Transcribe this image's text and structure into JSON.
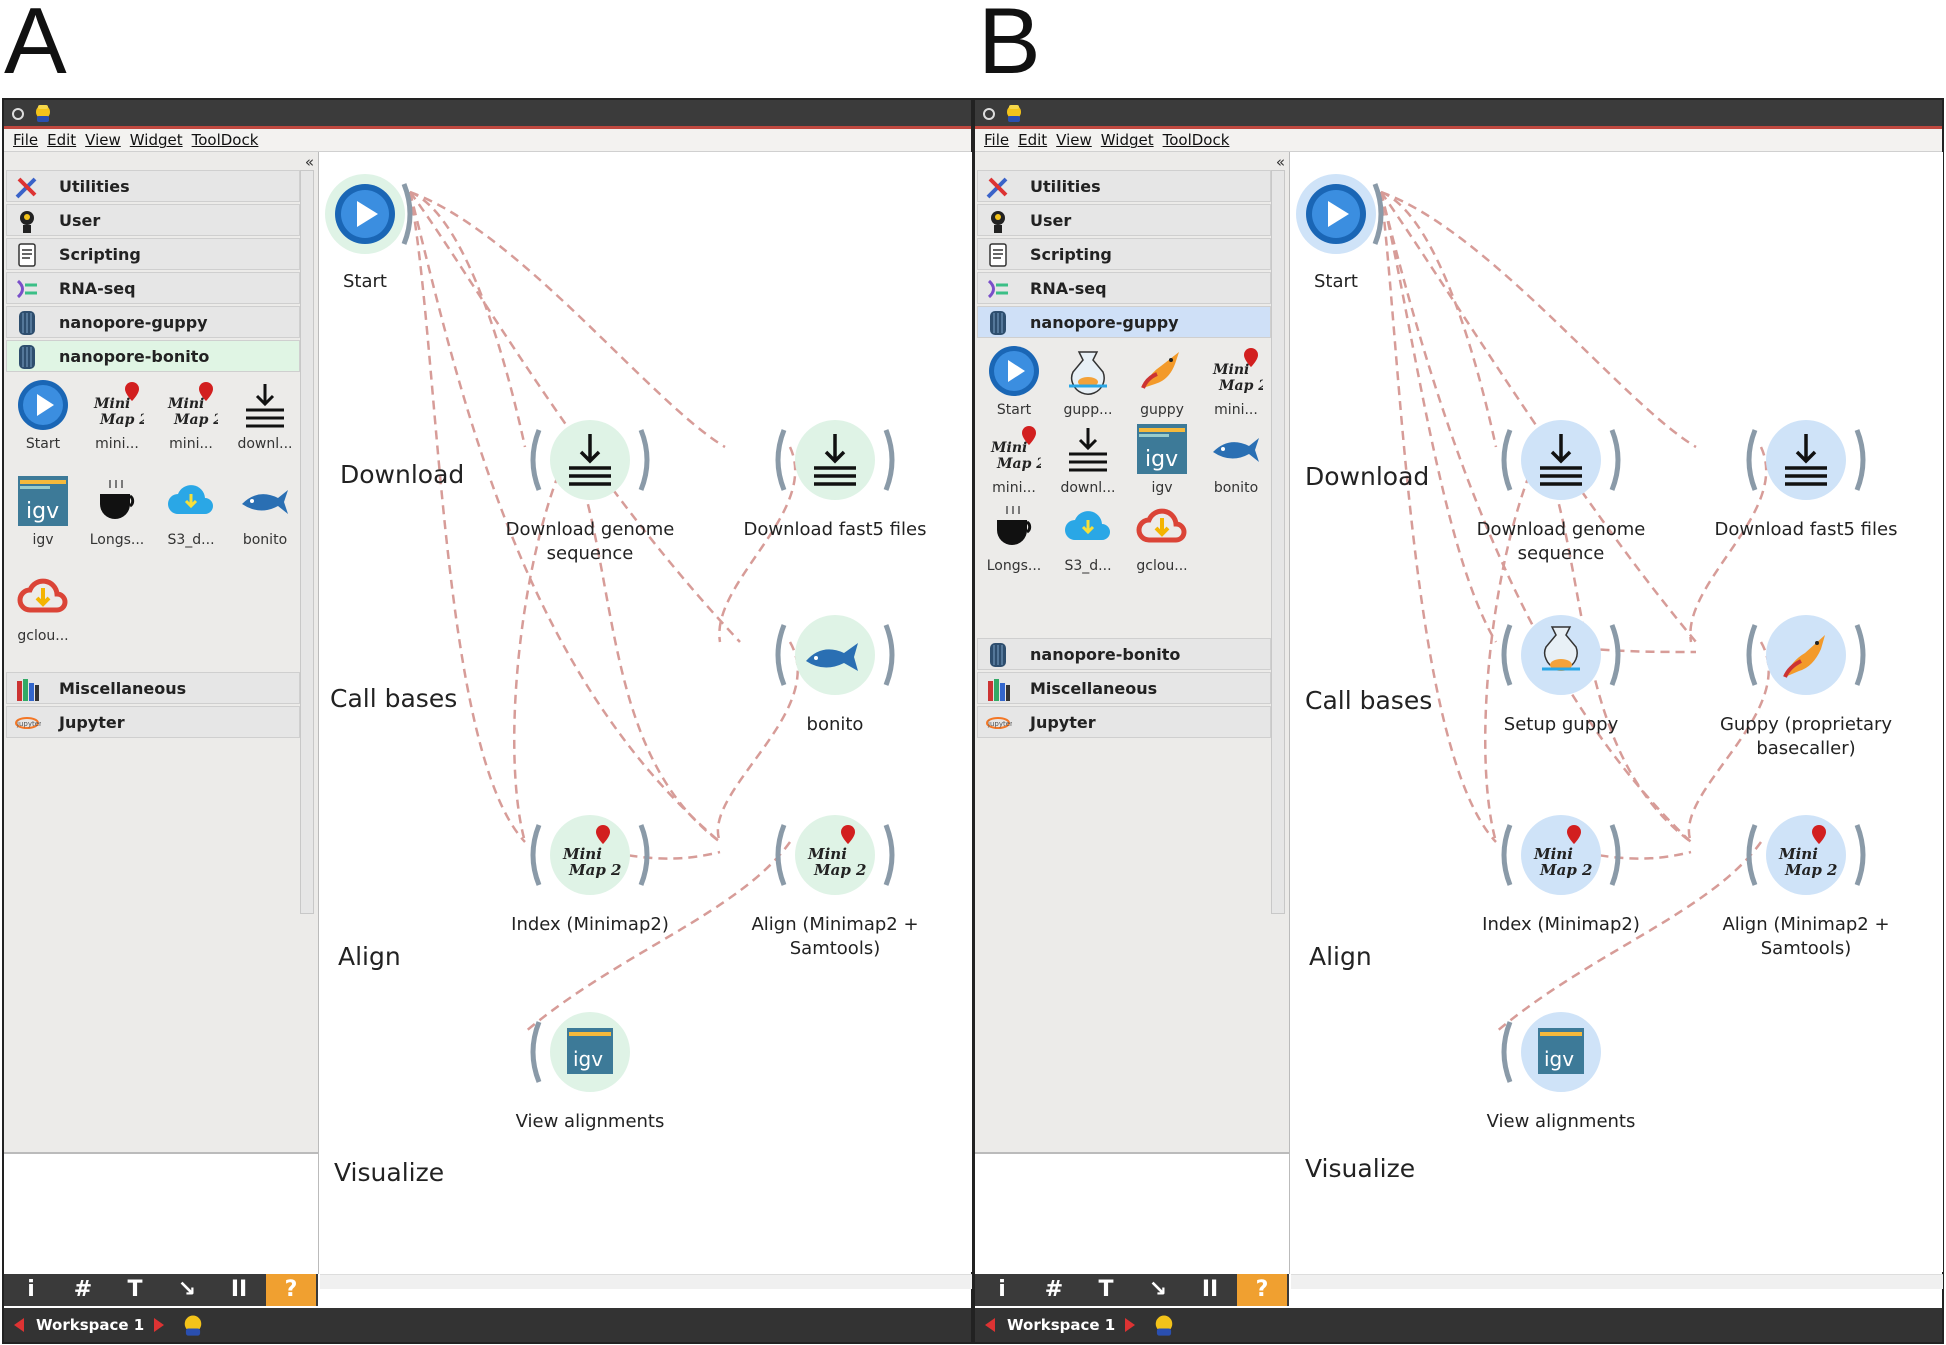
{
  "panels": [
    {
      "letter": "A",
      "menu": [
        "File",
        "Edit",
        "View",
        "Widget",
        "ToolDock"
      ],
      "categories_top": [
        {
          "label": "Utilities",
          "icon": "utilities-icon"
        },
        {
          "label": "User",
          "icon": "user-icon"
        },
        {
          "label": "Scripting",
          "icon": "scripting-icon"
        },
        {
          "label": "RNA-seq",
          "icon": "rna-seq-icon"
        },
        {
          "label": "nanopore-guppy",
          "icon": "nanopore-icon"
        },
        {
          "label": "nanopore-bonito",
          "icon": "nanopore-icon"
        }
      ],
      "tools": [
        "Start",
        "mini...",
        "mini...",
        "downl...",
        "igv",
        "Longs...",
        "S3_d...",
        "bonito",
        "gclou..."
      ],
      "categories_bottom": [
        {
          "label": "Miscellaneous",
          "icon": "misc-icon"
        },
        {
          "label": "Jupyter",
          "icon": "jupyter-icon"
        }
      ],
      "stages": [
        "Download",
        "Call bases",
        "Align",
        "Visualize"
      ],
      "nodes": {
        "start": "Start",
        "download_genome": "Download genome sequence",
        "download_fast5": "Download fast5 files",
        "basecall": "bonito",
        "index": "Index (Minimap2)",
        "align": "Align (Minimap2 + Samtools)",
        "view": "View alignments"
      },
      "bottom_tools": [
        "i",
        "#",
        "T",
        "↘",
        "II",
        "?"
      ],
      "workspace": "Workspace 1"
    },
    {
      "letter": "B",
      "menu": [
        "File",
        "Edit",
        "View",
        "Widget",
        "ToolDock"
      ],
      "categories_top": [
        {
          "label": "Utilities",
          "icon": "utilities-icon"
        },
        {
          "label": "User",
          "icon": "user-icon"
        },
        {
          "label": "Scripting",
          "icon": "scripting-icon"
        },
        {
          "label": "RNA-seq",
          "icon": "rna-seq-icon"
        },
        {
          "label": "nanopore-guppy",
          "icon": "nanopore-icon"
        }
      ],
      "tools": [
        "Start",
        "gupp...",
        "guppy",
        "mini...",
        "mini...",
        "downl...",
        "igv",
        "bonito",
        "Longs...",
        "S3_d...",
        "gclou..."
      ],
      "categories_bottom": [
        {
          "label": "nanopore-bonito",
          "icon": "nanopore-icon"
        },
        {
          "label": "Miscellaneous",
          "icon": "misc-icon"
        },
        {
          "label": "Jupyter",
          "icon": "jupyter-icon"
        }
      ],
      "stages": [
        "Download",
        "Call bases",
        "Align",
        "Visualize"
      ],
      "nodes": {
        "start": "Start",
        "download_genome": "Download genome sequence",
        "download_fast5": "Download fast5 files",
        "setup_guppy": "Setup guppy",
        "basecall": "Guppy (proprietary basecaller)",
        "index": "Index (Minimap2)",
        "align": "Align (Minimap2 + Samtools)",
        "view": "View alignments"
      },
      "bottom_tools": [
        "i",
        "#",
        "T",
        "↘",
        "II",
        "?"
      ],
      "workspace": "Workspace 1"
    }
  ],
  "colors": {
    "node_fill_a": "#dff3e6",
    "node_fill_b": "#cfe3f8",
    "link": "#d79c98",
    "accent_orange": "#f0a030",
    "title_red": "#c0483f"
  }
}
